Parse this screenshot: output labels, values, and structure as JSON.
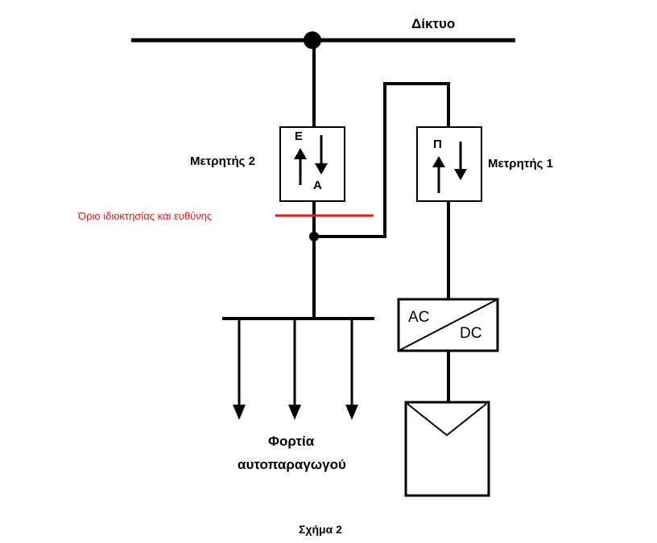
{
  "grid": {
    "label": "Δίκτυο"
  },
  "meter2": {
    "label": "Μετρητής 2",
    "letter_top": "Ε",
    "letter_bottom": "Α"
  },
  "meter1": {
    "label": "Μετρητής 1",
    "letter": "Π"
  },
  "boundary": {
    "label": "Όριο ιδιοκτησίας και ευθύνης",
    "color": "#e8141e"
  },
  "inverter": {
    "ac": "AC",
    "dc": "DC"
  },
  "loads": {
    "line1": "Φορτία",
    "line2": "αυτοπαραγωγού"
  },
  "caption": "Σχήμα 2",
  "colors": {
    "line": "#000000",
    "boundary": "#e8141e"
  }
}
